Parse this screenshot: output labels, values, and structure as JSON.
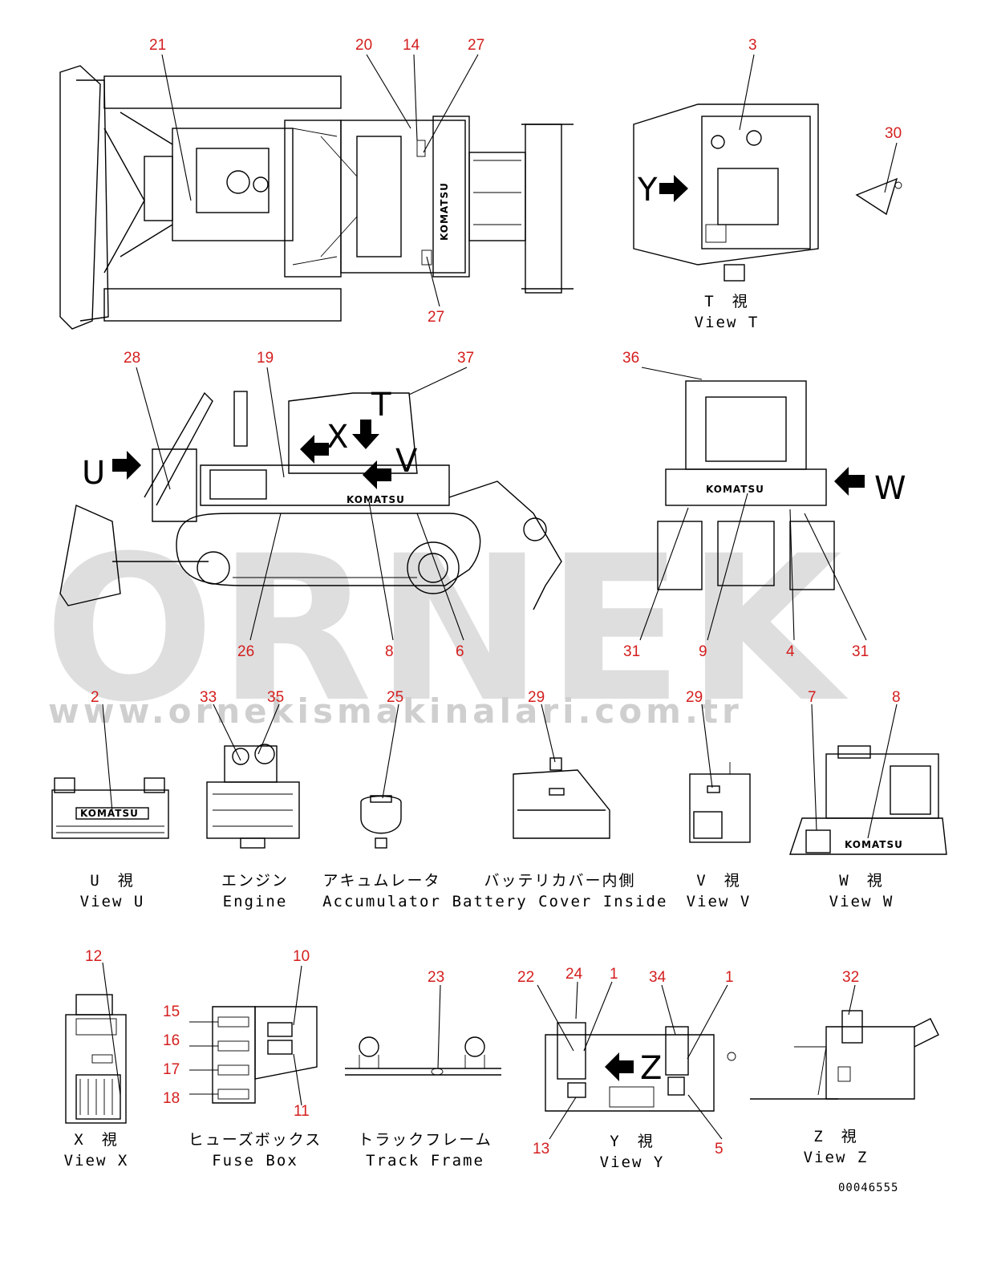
{
  "watermark": {
    "brand": "ORNEK",
    "url": "www.ornekismakinalari.com.tr"
  },
  "drawing_code": "00046555",
  "logo_text": "KOMATSU",
  "view_letters": {
    "U": "U",
    "T": "T",
    "X": "X",
    "V": "V",
    "W": "W",
    "Y": "Y",
    "Z": "Z"
  },
  "callouts": [
    "21",
    "20",
    "14",
    "27",
    "27",
    "3",
    "30",
    "28",
    "19",
    "37",
    "36",
    "26",
    "8",
    "6",
    "31",
    "9",
    "4",
    "31",
    "2",
    "33",
    "35",
    "25",
    "29",
    "29",
    "7",
    "8",
    "12",
    "10",
    "15",
    "16",
    "17",
    "18",
    "11",
    "23",
    "22",
    "24",
    "1",
    "34",
    "1",
    "13",
    "5",
    "32"
  ],
  "captions": {
    "view_t": {
      "jp": "T　視",
      "en": "View T"
    },
    "view_u": {
      "jp": "U　視",
      "en": "View U"
    },
    "engine": {
      "jp": "エンジン",
      "en": "Engine"
    },
    "accumulator": {
      "jp": "アキュムレータ",
      "en": "Accumulator"
    },
    "battery": {
      "jp": "バッテリカバー内側",
      "en": "Battery Cover Inside"
    },
    "view_v": {
      "jp": "V　視",
      "en": "View V"
    },
    "view_w": {
      "jp": "W　視",
      "en": "View W"
    },
    "view_x": {
      "jp": "X　視",
      "en": "View X"
    },
    "fuse_box": {
      "jp": "ヒューズボックス",
      "en": "Fuse Box"
    },
    "track_frame": {
      "jp": "トラックフレーム",
      "en": "Track Frame"
    },
    "view_y": {
      "jp": "Y　視",
      "en": "View Y"
    },
    "view_z": {
      "jp": "Z　視",
      "en": "View Z"
    }
  }
}
